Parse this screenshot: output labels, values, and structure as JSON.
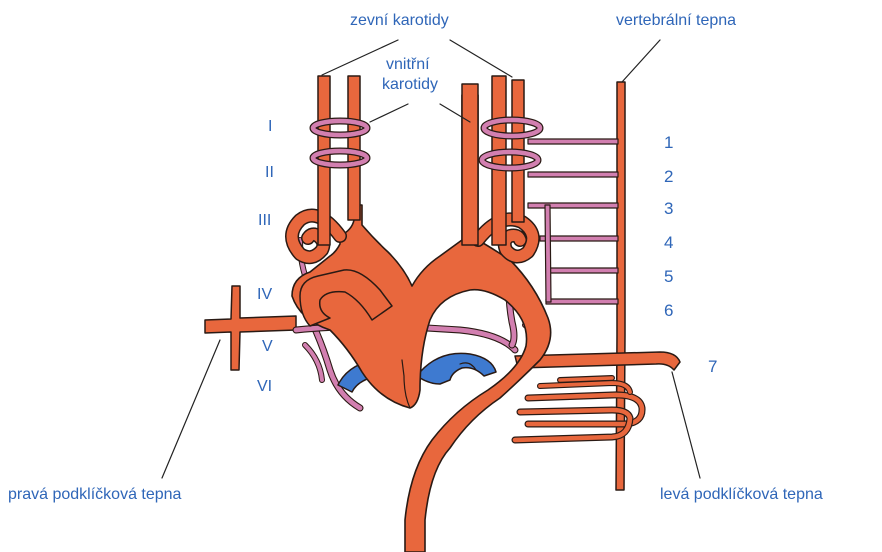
{
  "labels": {
    "external_carotids": "zevní karotidy",
    "internal_carotids_line1": "vnitřní",
    "internal_carotids_line2": "karotidy",
    "vertebral_artery": "vertebrální tepna",
    "right_subclavian": "pravá podklíčková tepna",
    "left_subclavian": "levá podklíčková tepna"
  },
  "arch_numerals": [
    "I",
    "II",
    "III",
    "IV",
    "V",
    "VI"
  ],
  "intersegmental_numbers": [
    "1",
    "2",
    "3",
    "4",
    "5",
    "6",
    "7"
  ],
  "colors": {
    "artery_fill": "#e8673d",
    "artery_outline": "#2a1a14",
    "loop_pink": "#d27fb0",
    "pulmonary_blue": "#3e7ad0",
    "label_blue": "#2f66b8",
    "leader_line": "#222222"
  }
}
